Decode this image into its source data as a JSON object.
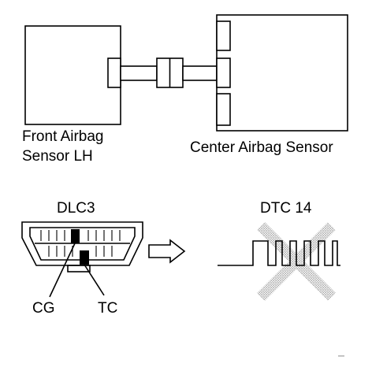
{
  "labels": {
    "front_sensor_line1": "Front Airbag",
    "front_sensor_line2": "Sensor LH",
    "center_sensor": "Center Airbag Sensor",
    "dlc3": "DLC3",
    "cg": "CG",
    "tc": "TC",
    "dtc": "DTC 14"
  },
  "colors": {
    "ink": "#000000",
    "background": "#ffffff",
    "cross_fill": "#bdbdbd"
  }
}
